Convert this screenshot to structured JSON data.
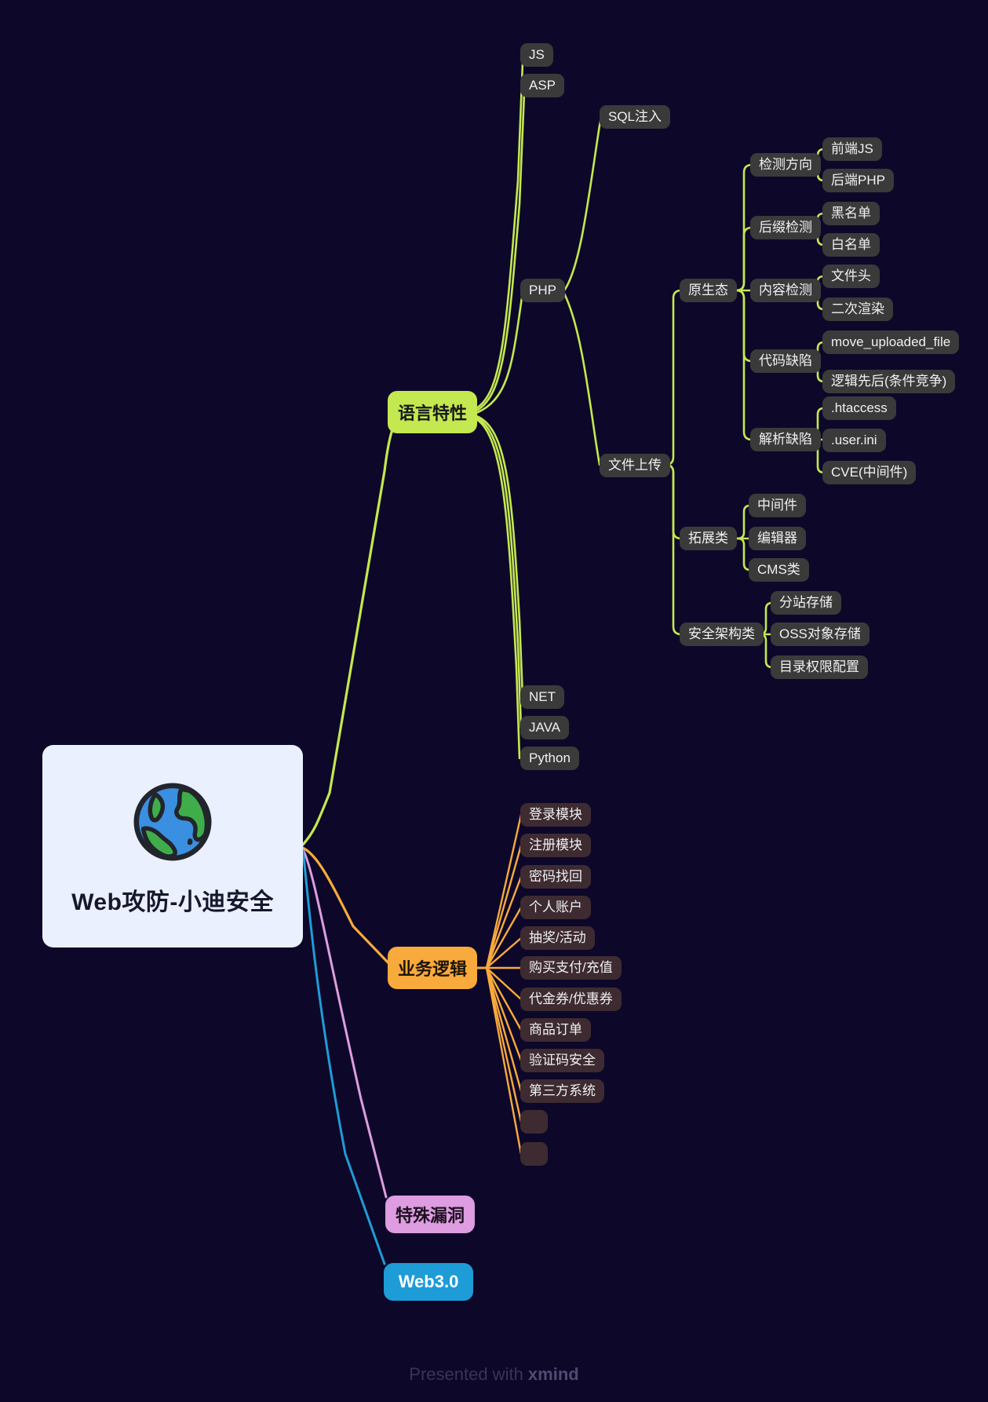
{
  "meta": {
    "background": "#0d0829",
    "footer_prefix": "Presented with ",
    "footer_brand": "xmind"
  },
  "root": {
    "title": "Web攻防-小迪安全",
    "icon": "globe-icon",
    "bg": "#eaf0fd"
  },
  "branches": [
    {
      "id": "language",
      "label": "语言特性",
      "color": "#c4e84f",
      "children": [
        {
          "label": "JS"
        },
        {
          "label": "ASP"
        },
        {
          "label": "PHP",
          "children": [
            {
              "label": "SQL注入"
            },
            {
              "label": "文件上传",
              "children": [
                {
                  "label": "原生态",
                  "children": [
                    {
                      "label": "检测方向",
                      "children": [
                        {
                          "label": "前端JS"
                        },
                        {
                          "label": "后端PHP"
                        }
                      ]
                    },
                    {
                      "label": "后缀检测",
                      "children": [
                        {
                          "label": "黑名单"
                        },
                        {
                          "label": "白名单"
                        }
                      ]
                    },
                    {
                      "label": "内容检测",
                      "children": [
                        {
                          "label": "文件头"
                        },
                        {
                          "label": "二次渲染"
                        }
                      ]
                    },
                    {
                      "label": "代码缺陷",
                      "children": [
                        {
                          "label": "move_uploaded_file"
                        },
                        {
                          "label": "逻辑先后(条件竞争)"
                        }
                      ]
                    },
                    {
                      "label": "解析缺陷",
                      "children": [
                        {
                          "label": ".htaccess"
                        },
                        {
                          "label": ".user.ini"
                        },
                        {
                          "label": "CVE(中间件)"
                        }
                      ]
                    }
                  ]
                },
                {
                  "label": "拓展类",
                  "children": [
                    {
                      "label": "中间件"
                    },
                    {
                      "label": "编辑器"
                    },
                    {
                      "label": "CMS类"
                    }
                  ]
                },
                {
                  "label": "安全架构类",
                  "children": [
                    {
                      "label": "分站存储"
                    },
                    {
                      "label": "OSS对象存储"
                    },
                    {
                      "label": "目录权限配置"
                    }
                  ]
                }
              ]
            }
          ]
        },
        {
          "label": "NET"
        },
        {
          "label": "JAVA"
        },
        {
          "label": "Python"
        }
      ]
    },
    {
      "id": "business",
      "label": "业务逻辑",
      "color": "#f9aa3c",
      "children": [
        {
          "label": "登录模块"
        },
        {
          "label": "注册模块"
        },
        {
          "label": "密码找回"
        },
        {
          "label": "个人账户"
        },
        {
          "label": "抽奖/活动"
        },
        {
          "label": "购买支付/充值"
        },
        {
          "label": "代金券/优惠券"
        },
        {
          "label": "商品订单"
        },
        {
          "label": "验证码安全"
        },
        {
          "label": "第三方系统"
        },
        {
          "label": ""
        },
        {
          "label": ""
        }
      ]
    },
    {
      "id": "special",
      "label": "特殊漏洞",
      "color": "#dd9de0",
      "children": []
    },
    {
      "id": "web3",
      "label": "Web3.0",
      "color": "#1e9cd7",
      "children": []
    }
  ]
}
